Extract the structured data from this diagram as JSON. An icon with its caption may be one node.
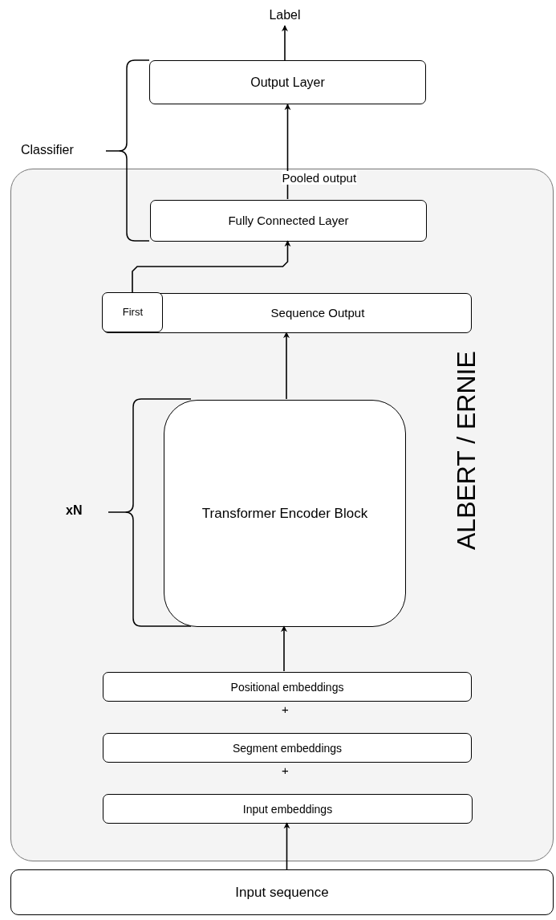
{
  "diagram": {
    "nodes": [
      {
        "text": [
          "Label"
        ]
      },
      {
        "text": [
          "Output Layer"
        ]
      },
      {
        "text": [
          "ALBERT / ERNIE"
        ]
      },
      {
        "text": [
          "Fully Connected Layer"
        ],
        "in": 2
      },
      {
        "text": [
          "Sequence Output"
        ],
        "in": 2
      },
      {
        "text": [
          "First"
        ],
        "in": 4
      },
      {
        "text": [
          "Transformer Encoder Block"
        ],
        "in": 2
      },
      {
        "text": [
          "Positional embeddings"
        ],
        "in": 2
      },
      {
        "text": [
          "Segment embeddings"
        ],
        "in": 2
      },
      {
        "text": [
          "Input embeddings"
        ],
        "in": 2
      },
      {
        "text": [
          "Input sequence"
        ]
      }
    ],
    "edges": [
      {
        "from": 1,
        "to": 0,
        "arrow": "to"
      },
      {
        "from": 3,
        "to": 1,
        "arrow": "to",
        "label": "Pooled output"
      },
      {
        "from": 5,
        "to": 3,
        "arrow": "to"
      },
      {
        "from": 6,
        "to": 4,
        "arrow": "to"
      },
      {
        "from": 7,
        "to": 6,
        "arrow": "to"
      },
      {
        "from": 10,
        "to": 9,
        "arrow": "to"
      }
    ],
    "labels": [
      "Classifier",
      "xN",
      "+",
      "+"
    ]
  }
}
